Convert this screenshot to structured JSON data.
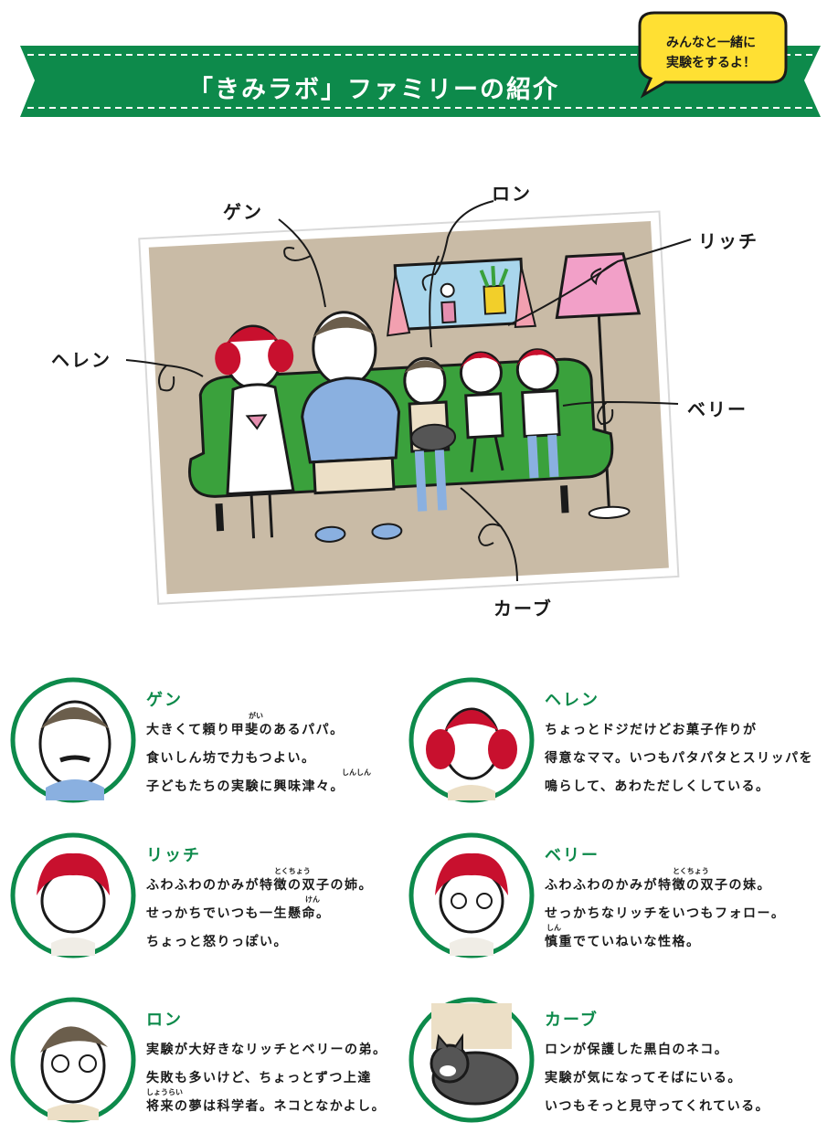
{
  "banner": {
    "title": "「きみラボ」ファミリーの紹介",
    "bubble_line1": "みんなと一緒に",
    "bubble_line2": "実験をするよ！"
  },
  "scene": {
    "labels": {
      "gen": "ゲン",
      "ron": "ロン",
      "rich": "リッチ",
      "helen": "ヘレン",
      "berry": "ベリー",
      "carb": "カーブ"
    }
  },
  "characters": [
    {
      "name": "ゲン",
      "lines": [
        "大きくて頼り甲斐のあるパパ。",
        "食いしん坊で力もつよい。",
        "子どもたちの実験に興味津々。"
      ],
      "ruby": [
        "がい",
        "しんしん"
      ]
    },
    {
      "name": "ヘレン",
      "lines": [
        "ちょっとドジだけどお菓子作りが",
        "得意なママ。いつもパタパタとスリッパを",
        "鳴らして、あわただしくしている。"
      ],
      "ruby": []
    },
    {
      "name": "リッチ",
      "lines": [
        "ふわふわのかみが特徴の双子の姉。",
        "せっかちでいつも一生懸命。",
        "ちょっと怒りっぽい。"
      ],
      "ruby": [
        "とくちょう",
        "けん"
      ]
    },
    {
      "name": "ベリー",
      "lines": [
        "ふわふわのかみが特徴の双子の妹。",
        "せっかちなリッチをいつもフォロー。",
        "慎重でていねいな性格。"
      ],
      "ruby": [
        "とくちょう",
        "しん"
      ]
    },
    {
      "name": "ロン",
      "lines": [
        "実験が大好きなリッチとベリーの弟。",
        "失敗も多いけど、ちょっとずつ上達",
        "将来の夢は科学者。ネコとなかよし。"
      ],
      "ruby": [
        "しょうらい"
      ]
    },
    {
      "name": "カーブ",
      "lines": [
        "ロンが保護した黒白のネコ。",
        "実験が気になってそばにいる。",
        "いつもそっと見守ってくれている。"
      ],
      "ruby": []
    }
  ],
  "colors": {
    "green": "#0d8a4b",
    "bubble": "#ffe033",
    "sofa": "#3aa13c",
    "wall": "#c9bba6",
    "hair_red": "#c8102e"
  }
}
